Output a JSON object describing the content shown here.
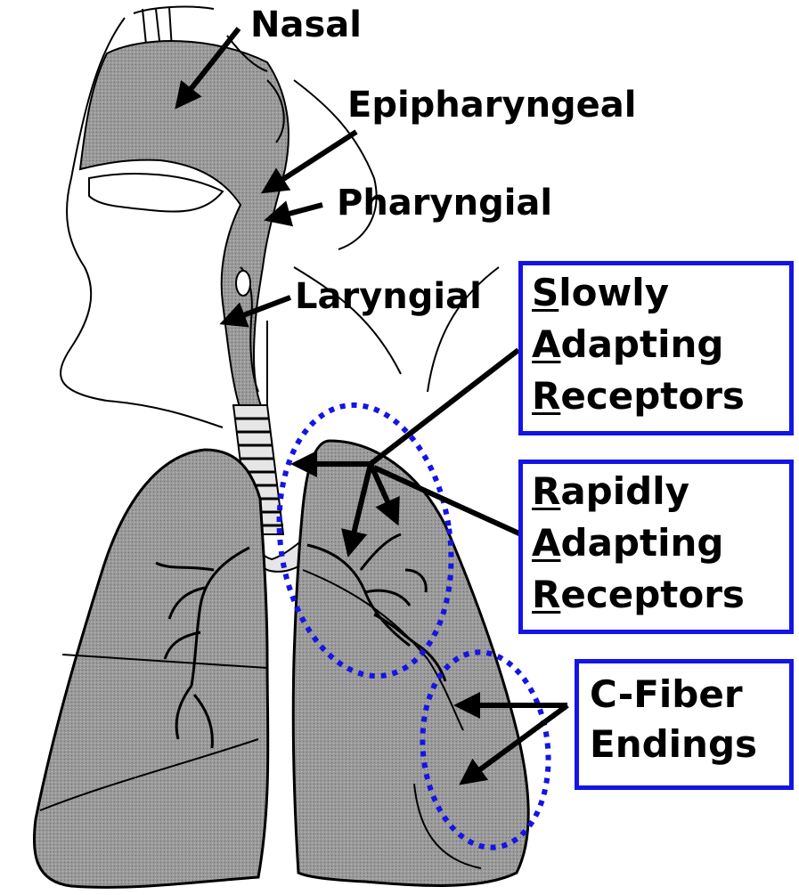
{
  "labels": {
    "nasal": "Nasal",
    "epipharyngeal": "Epipharyngeal",
    "pharyngial": "Pharyngial",
    "laryngial": "Laryngial"
  },
  "boxes": {
    "sar": {
      "lines": [
        {
          "initial": "S",
          "rest": "lowly"
        },
        {
          "initial": "A",
          "rest": "dapting"
        },
        {
          "initial": "R",
          "rest": "eceptors"
        }
      ]
    },
    "rar": {
      "lines": [
        {
          "initial": "R",
          "rest": "apidly"
        },
        {
          "initial": "A",
          "rest": "dapting"
        },
        {
          "initial": "R",
          "rest": "eceptors"
        }
      ]
    },
    "cfiber": {
      "lines": [
        {
          "text": "C-Fiber"
        },
        {
          "text": "Endings"
        }
      ]
    }
  },
  "colors": {
    "box_border": "#1414e6",
    "ellipse": "#1414e6",
    "organ_fill": "#8a8a8a",
    "outline": "#000000"
  }
}
